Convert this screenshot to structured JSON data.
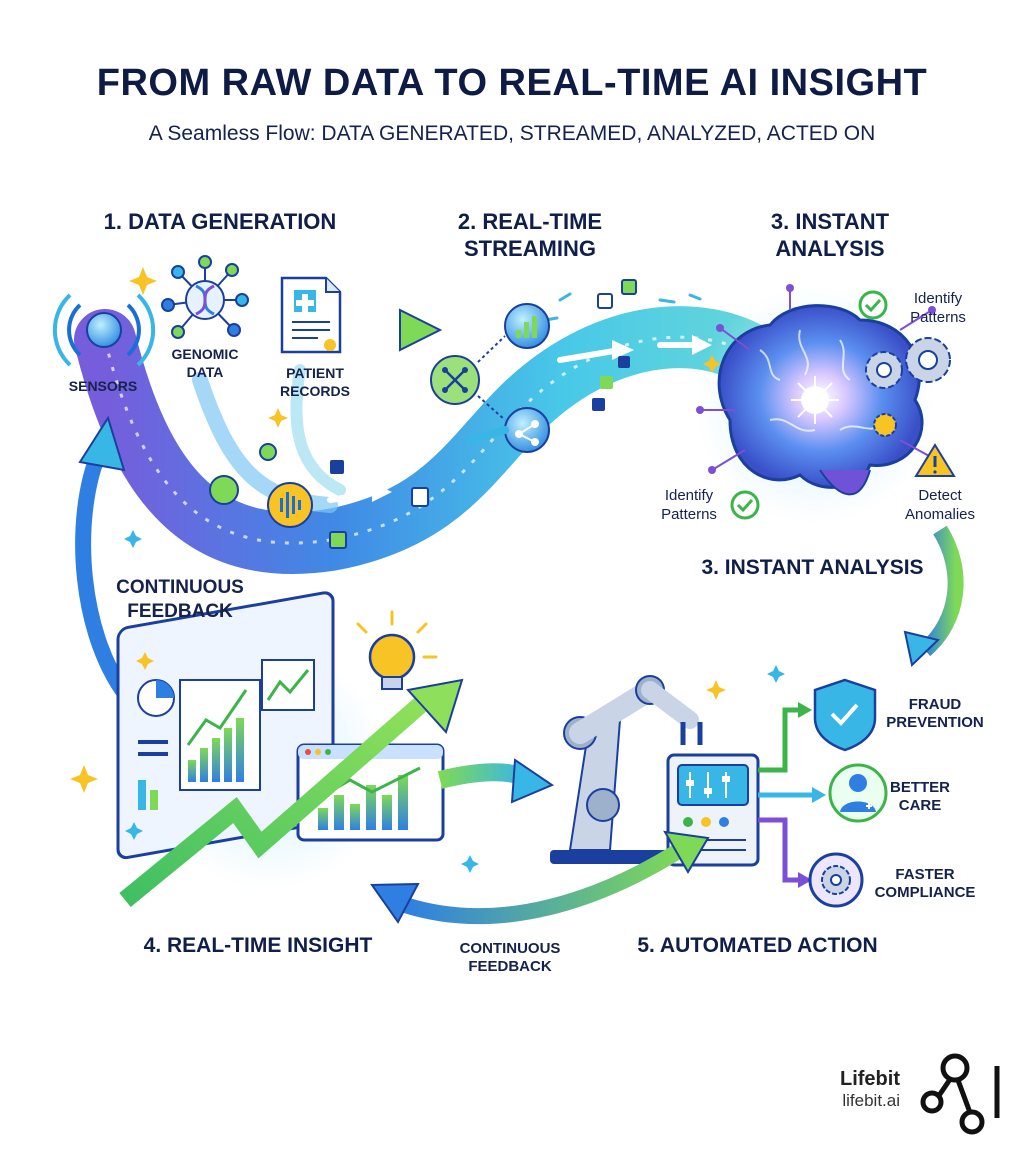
{
  "header": {
    "title": "FROM RAW DATA TO REAL-TIME AI INSIGHT",
    "subtitle": "A Seamless Flow: DATA GENERATED, STREAMED, ANALYZED, ACTED ON"
  },
  "steps": {
    "generation": "1. DATA GENERATION",
    "streaming_line1": "2. REAL-TIME",
    "streaming_line2": "STREAMING",
    "analysis_line1": "3. INSTANT",
    "analysis_line2": "ANALYSIS",
    "analysis_repeat": "3. INSTANT ANALYSIS",
    "insight": "4. REAL-TIME INSIGHT",
    "action": "5. AUTOMATED ACTION"
  },
  "sources": {
    "sensors": "SENSORS",
    "genomic_line1": "GENOMIC",
    "genomic_line2": "DATA",
    "patient_line1": "PATIENT",
    "patient_line2": "RECORDS"
  },
  "analysis_labels": {
    "identify_top_line1": "Identify",
    "identify_top_line2": "Patterns",
    "identify_left_line1": "Identify",
    "identify_left_line2": "Patterns",
    "detect_line1": "Detect",
    "detect_line2": "Anomalies"
  },
  "outcomes": {
    "fraud_line1": "FRAUD",
    "fraud_line2": "PREVENTION",
    "care_line1": "BETTER",
    "care_line2": "CARE",
    "compliance_line1": "FASTER",
    "compliance_line2": "COMPLIANCE"
  },
  "feedback": {
    "left_line1": "CONTINUOUS",
    "left_line2": "FEEDBACK",
    "bottom_line1": "CONTINUOUS",
    "bottom_line2": "FEEDBACK"
  },
  "brand": {
    "name": "Lifebit",
    "url": "lifebit.ai"
  },
  "colors": {
    "navy": "#0e1c45",
    "flow_blue": "#2d7be0",
    "flow_cyan": "#39c6e8",
    "flow_green": "#7ed957",
    "purple": "#7b4fd6",
    "check_green": "#3bb54a",
    "warning_yellow": "#f7c325"
  }
}
